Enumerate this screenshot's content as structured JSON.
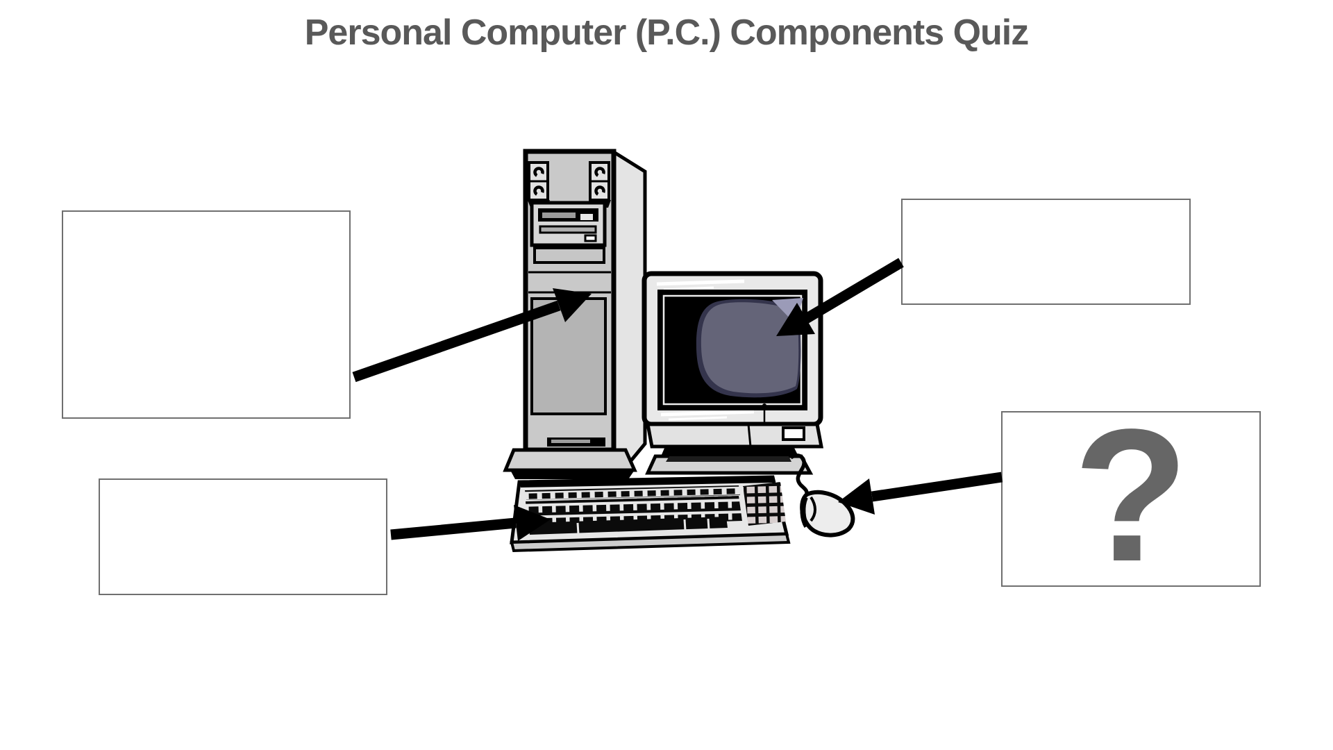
{
  "title": "Personal Computer (P.C.) Components Quiz",
  "quiz": {
    "answer_boxes": [
      {
        "position": "top-left",
        "target": "system-unit-tower",
        "value": ""
      },
      {
        "position": "top-right",
        "target": "monitor",
        "value": ""
      },
      {
        "position": "bottom-left",
        "target": "keyboard",
        "value": ""
      },
      {
        "position": "bottom-right",
        "target": "mouse",
        "value": "?"
      }
    ]
  },
  "illustration": {
    "components": [
      "computer-tower-icon",
      "crt-monitor-icon",
      "keyboard-icon",
      "mouse-icon"
    ],
    "arrows": [
      "arrow-to-tower",
      "arrow-to-monitor",
      "arrow-to-keyboard",
      "arrow-to-mouse"
    ]
  },
  "colors": {
    "title_color": "#595959",
    "question_mark_color": "#666666",
    "box_border_color": "#6f6f6f",
    "arrow_color": "#000000",
    "screen_glow_color": "#646478"
  }
}
